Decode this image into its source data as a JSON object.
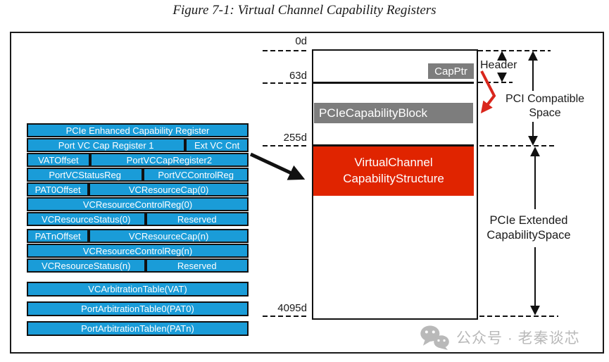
{
  "title": "Figure 7-1: Virtual Channel Capability Registers",
  "register_table": {
    "groups": [
      {
        "rows": [
          {
            "cells": [
              "PCIe Enhanced Capability Register"
            ]
          },
          {
            "cells": [
              "Port VC Cap Register 1",
              "Ext VC Cnt"
            ]
          },
          {
            "cells": [
              "VATOffset",
              "PortVCCapRegister2"
            ]
          },
          {
            "cells": [
              "PortVCStatusReg",
              "PortVCControlReg"
            ]
          },
          {
            "cells": [
              "PAT0Offset",
              "VCResourceCap(0)"
            ]
          },
          {
            "cells": [
              "VCResourceControlReg(0)"
            ]
          },
          {
            "cells": [
              "VCResourceStatus(0)",
              "Reserved"
            ]
          }
        ]
      },
      {
        "rows": [
          {
            "cells": [
              "PATnOffset",
              "VCResourceCap(n)"
            ]
          },
          {
            "cells": [
              "VCResourceControlReg(n)"
            ]
          },
          {
            "cells": [
              "VCResourceStatus(n)",
              "Reserved"
            ]
          }
        ]
      },
      {
        "rows": [
          {
            "cells": [
              "VCArbitrationTable(VAT)"
            ]
          },
          {
            "cells": [
              "PortArbitrationTable0(PAT0)"
            ]
          },
          {
            "cells": [
              "PortArbitrationTablen(PATn)"
            ]
          }
        ]
      }
    ]
  },
  "memory_map": {
    "address_labels": [
      "0d",
      "63d",
      "255d",
      "4095d"
    ],
    "cap_ptr": "CapPtr",
    "pcie_capability_block": "PCIeCapabilityBlock",
    "virtual_channel": {
      "line1": "VirtualChannel",
      "line2": "CapabilityStructure"
    }
  },
  "annotations": {
    "header": "Header",
    "pci_compatible": {
      "line1": "PCI Compatible",
      "line2": "Space"
    },
    "pcie_extended": {
      "line1": "PCIe  Extended",
      "line2": "CapabilitySpace"
    }
  },
  "watermark": {
    "text": "公众号 · 老秦谈芯"
  },
  "colors": {
    "register_blue": "#1a9cd8",
    "structure_red": "#e02400",
    "block_gray": "#7d7d7d",
    "arrow_red": "#d9261c",
    "ink": "#1a1a1a",
    "watermark_gray": "#b9b9b9"
  }
}
